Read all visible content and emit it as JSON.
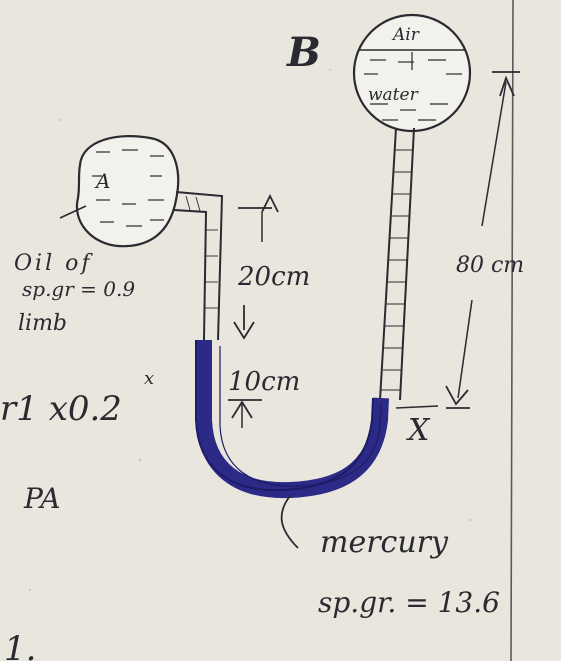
{
  "colors": {
    "paper": "#e9e6de",
    "ink": "#2a2a30",
    "mercury": "#2b2a86",
    "margin_line": "#5a5a5a"
  },
  "icons": {
    "bulb_a": "closed-bulb",
    "bulb_b": "closed-bulb",
    "u_tube": "u-tube-manometer"
  },
  "labels": {
    "bulb_b_letter": "B",
    "bulb_b_top": "Air",
    "bulb_b_bottom": "water",
    "bulb_a_letter": "A",
    "oil_line1": "Oil of",
    "oil_line2": "sp.gr = 0.9",
    "oil_line3": "limb",
    "dim_20": "20cm",
    "dim_10": "10cm",
    "dim_80": "80 cm",
    "marker_x": "X",
    "left_fragment": "r1 x0.2",
    "left_star": "x",
    "pa_label": "PA",
    "mercury_line1": "mercury",
    "mercury_line2": "sp.gr. = 13.6",
    "bottom_fragment": "1."
  }
}
